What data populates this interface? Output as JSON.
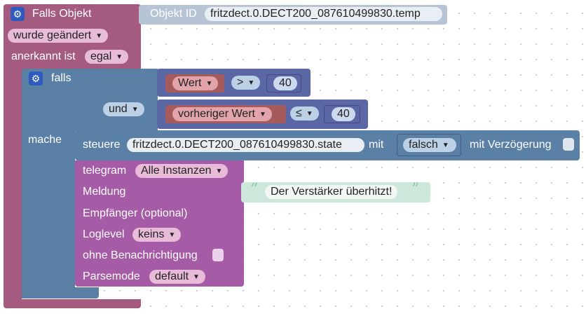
{
  "trigger": {
    "title": "Falls Objekt",
    "object_label": "Objekt ID",
    "object_id": "fritzdect.0.DECT200_087610499830.temp",
    "changed_option": "wurde geändert",
    "ack_label": "anerkannt ist",
    "ack_option": "egal"
  },
  "if_block": {
    "label": "falls",
    "and_label": "und",
    "do_label": "mache",
    "cond1": {
      "left": "Wert",
      "op": ">",
      "value": "40"
    },
    "cond2": {
      "left": "vorheriger Wert",
      "op": "≤",
      "value": "40"
    }
  },
  "control": {
    "label": "steuere",
    "object": "fritzdect.0.DECT200_087610499830.state",
    "with_label": "mit",
    "value": "falsch",
    "delay_label": "mit Verzögerung"
  },
  "telegram": {
    "label": "telegram",
    "instance": "Alle Instanzen",
    "message_label": "Meldung",
    "message_text": "Der Verstärker überhitzt!",
    "recipient_label": "Empfänger (optional)",
    "loglevel_label": "Loglevel",
    "loglevel_value": "keins",
    "silent_label": "ohne Benachrichtigung",
    "parsemode_label": "Parsemode",
    "parsemode_value": "default"
  },
  "quote_open": "“",
  "quote_close": "”",
  "dropdown_arrow": "▼",
  "icons": {
    "settings": "gear-icon"
  },
  "colors": {
    "trigger": "#a55b80",
    "logic": "#5b80a5",
    "telegram": "#a55ba5",
    "compare": "#5b67a5",
    "text": "#8fc9a8"
  }
}
